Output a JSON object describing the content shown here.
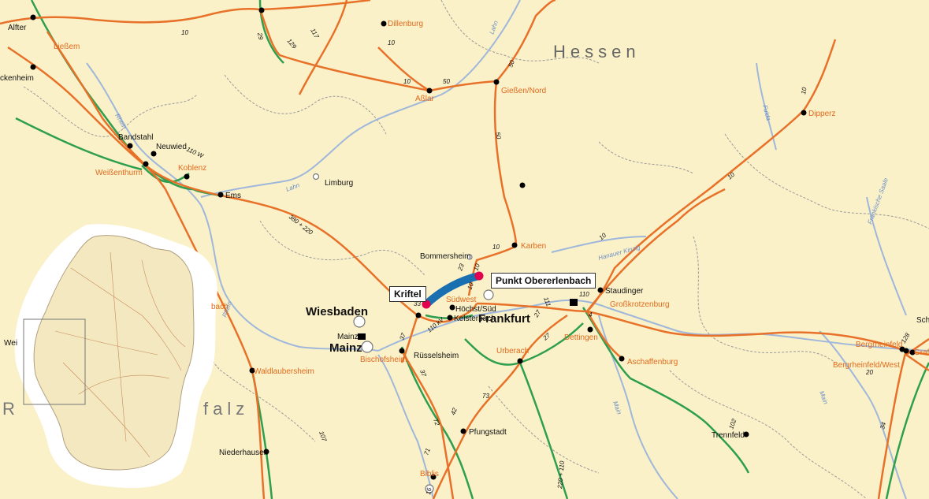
{
  "region": {
    "hessen": "Hessen",
    "pfalz_fragment": "falz",
    "r_fragment": "R"
  },
  "cities": {
    "alfter": "Alfter",
    "liessem": "Ließem",
    "ckenheim": "ckenheim",
    "dillenburg": "Dillenburg",
    "asslar": "Aßlar",
    "giessen_nord": "Gießen/Nord",
    "dipperz": "Dipperz",
    "bandstahl": "Bandstahl",
    "neuwied": "Neuwied",
    "weissenthurm": "Weißenthurm",
    "koblenz": "Koblenz",
    "ems": "Ems",
    "limburg": "Limburg",
    "bommersheim": "Bommersheim",
    "karben": "Karben",
    "kriftel": "Kriftel",
    "punkt": "Punkt Obererlenbach",
    "suedwest": "Südwest",
    "hoechst": "Höchst/Süd",
    "frankfurt": "Frankfurt",
    "kelsterbach": "Kelsterbach",
    "staudinger": "Staudinger",
    "grosskrotzenburg": "Großkrotzenburg",
    "dettingen": "Dettingen",
    "aschaffenburg": "Aschaffenburg",
    "wiesbaden": "Wiesbaden",
    "mainz_small": "Mainz",
    "mainz": "Mainz",
    "bischofsheim": "Bischofsheim",
    "ruesselsheim": "Rüsselsheim",
    "urberach": "Urberach",
    "waldlaubersheim": "Waldlaubersheim",
    "pfungstadt": "Pfungstadt",
    "niederhausen": "Niederhausen",
    "biblis": "Biblis",
    "trennfeld": "Trennfeld",
    "bergrheinfeld": "Bergrheinfeld",
    "bergrheinfeld_west": "Bergrheinfeld/West",
    "grafe": "Grafe",
    "schw": "Schw",
    "wei": "Wei",
    "bach": "bach"
  },
  "rivers": {
    "rhein": "Rhein",
    "lahn": "Lahn",
    "lahn2": "Lahn",
    "main": "Main",
    "main2": "Main",
    "fulda": "Fulda",
    "kinzig": "Hanauer Kinzig",
    "saale": "Fränkische Saale",
    "nahe": "Rhein"
  },
  "line_labels": {
    "l10a": "10",
    "l29": "29",
    "l129": "129",
    "l117": "117",
    "l10b": "10",
    "l50a": "50",
    "l10c": "10",
    "l50b": "50",
    "l50c": "50",
    "l10d": "10",
    "l10e": "10",
    "l10f": "10",
    "l110w": "110 W",
    "l380": "380 + 220",
    "l10g": "10",
    "l23": "23",
    "l10h": "10",
    "l10i": "10",
    "l111": "111",
    "l110": "110",
    "l4": "4",
    "l27a": "27",
    "l27b": "27",
    "l37a": "37",
    "l37b": "37",
    "l110kv": "110 kV",
    "l73": "73",
    "l42": "42",
    "l72": "72",
    "l71": "71",
    "l107": "107",
    "l220": "220 + 110",
    "l102": "102",
    "l34": "34",
    "l20": "20",
    "l128": "128",
    "l16": "16",
    "l33": "33"
  },
  "colors": {
    "background": "#fbf1c8",
    "line_380kv": "#e8712a",
    "line_220kv": "#2e9e4f",
    "river": "#9fb7db",
    "border": "#9a9a9a",
    "highlight": "#1a6fb0",
    "marker": "#e3004f",
    "label_orange": "#e06a1d"
  }
}
